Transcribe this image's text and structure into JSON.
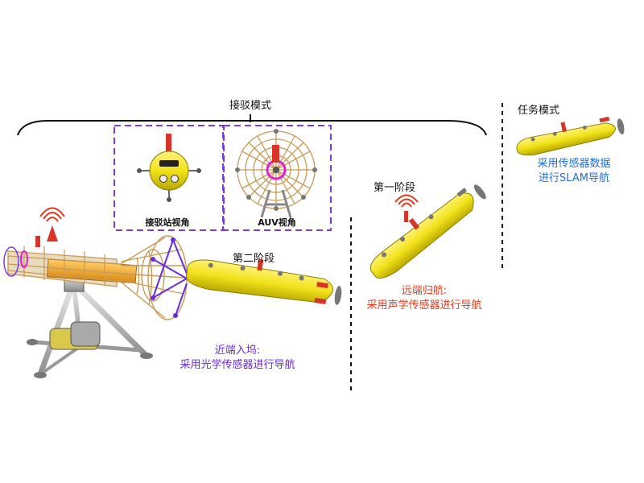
{
  "labels": {
    "docking_mode": "接驳模式",
    "mission_mode": "任务模式",
    "station_view": "接驳站视角",
    "auv_view": "AUV视角",
    "stage_one": "第一阶段",
    "stage_two": "第二阶段",
    "far_return_title": "远端归航:",
    "far_return_desc": "采用声学传感器进行导航",
    "near_entry_title": "近端入坞:",
    "near_entry_desc": "采用光学传感器进行导航",
    "mission_desc_line1": "采用传感器数据",
    "mission_desc_line2": "进行SLAM导航"
  },
  "colors": {
    "auv_body": "#f2e21b",
    "fin_red": "#d8352a",
    "frame_tan": "#c99a55",
    "dashed_purple": "#7a3cdb",
    "text_red": "#e03a1e",
    "text_purple": "#6a2bd9",
    "text_blue": "#1f6fd6"
  }
}
